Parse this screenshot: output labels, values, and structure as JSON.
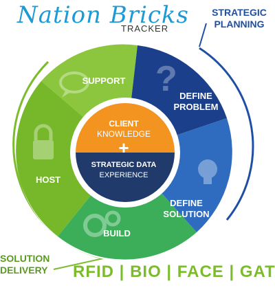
{
  "header": {
    "brand": "Nation Bricks",
    "subtitle": "TRACKER"
  },
  "corners": {
    "top_right_line1": "STRATEGIC",
    "top_right_line2": "PLANNING",
    "bottom_left_line1": "SOLUTION",
    "bottom_left_line2": "DELIVERY"
  },
  "segments": {
    "support": "SUPPORT",
    "define_problem_line1": "DEFINE",
    "define_problem_line2": "PROBLEM",
    "define_solution_line1": "DEFINE",
    "define_solution_line2": "SOLUTION",
    "build": "BUILD",
    "host": "HOST"
  },
  "center": {
    "top_line1": "CLIENT",
    "top_line2": "KNOWLEDGE",
    "plus": "+",
    "bottom_line1": "STRATEGIC DATA",
    "bottom_line2": "EXPERIENCE"
  },
  "footer": {
    "items": [
      "RFID",
      "BIO",
      "FACE",
      "GATE"
    ],
    "separator": "|"
  },
  "colors": {
    "green_dark": "#5aa02c",
    "green_light": "#8cc63f",
    "blue_dark": "#1b3f8b",
    "blue_mid": "#2f6cc0",
    "orange": "#f39421",
    "navy": "#1f3a6b",
    "ring_blue": "#1f4fa3",
    "ring_green": "#7cbc2c"
  }
}
